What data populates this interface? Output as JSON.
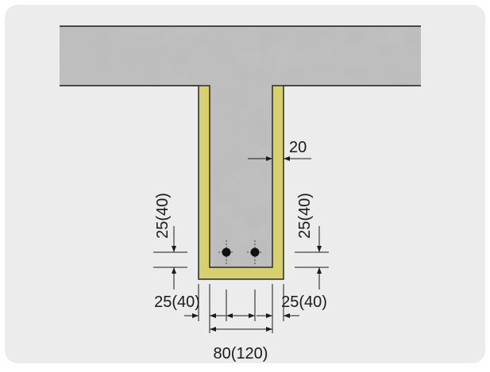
{
  "figure": {
    "background_color": "#ececec",
    "concrete_color": "#bdbdbd",
    "insulation_color": "#d8cf6e",
    "insulation_border_color": "#2a2a2a",
    "line_color": "#1a1a1a"
  },
  "labels": {
    "side_thickness": "20",
    "cover_left_vertical": "25(40)",
    "cover_right_vertical": "25(40)",
    "cover_left_horizontal": "25(40)",
    "cover_right_horizontal": "25(40)",
    "bottom_width": "80(120)"
  },
  "rebar_count": 2
}
